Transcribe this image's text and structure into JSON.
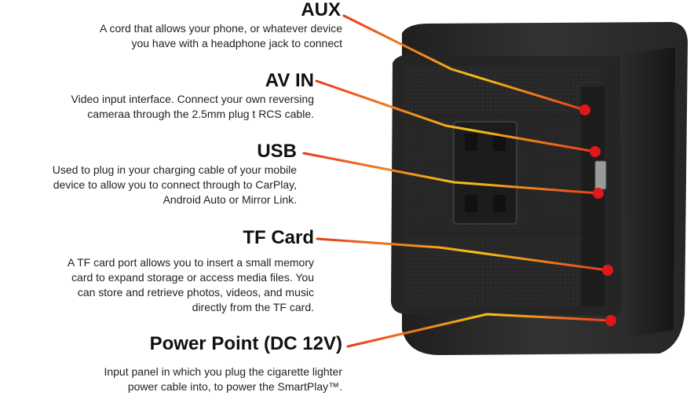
{
  "callouts": [
    {
      "id": "aux",
      "title": "AUX",
      "description": "A cord that allows your phone, or whatever device\nyou have with a headphone jack to connect"
    },
    {
      "id": "avin",
      "title": "AV IN",
      "description": "Video input interface. Connect your own reversing\ncameraa through the 2.5mm plug t RCS cable."
    },
    {
      "id": "usb",
      "title": "USB",
      "description": "Used to plug in your charging cable of  your mobile\ndevice to allow you to connect through to CarPlay,\nAndroid Auto or Mirror Link."
    },
    {
      "id": "tf",
      "title": "TF Card",
      "description": "A TF card port allows you to insert a small memory\ncard to expand storage or access media files. You\ncan store and retrieve photos, videos, and music\ndirectly from the TF card."
    },
    {
      "id": "power",
      "title": "Power Point (DC 12V)",
      "description": "Input panel in which you plug the  cigarette lighter\npower cable into, to power the SmartPlay™."
    }
  ],
  "colors": {
    "leader_start": "#e83a1c",
    "leader_mid": "#f6c21a",
    "port_dot": "#e01818",
    "device_body": "#2a2a2a"
  }
}
